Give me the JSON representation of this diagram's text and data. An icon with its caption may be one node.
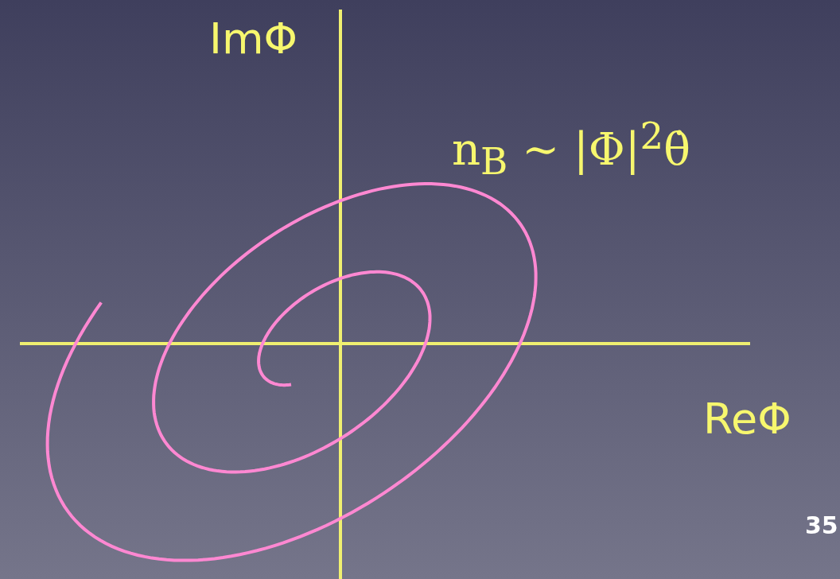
{
  "diagram": {
    "labels": [
      "ImΦ",
      "n$_{B}$ ∼ |Φ|$^{2}$θ̇",
      "ReΦ",
      "35"
    ]
  }
}
